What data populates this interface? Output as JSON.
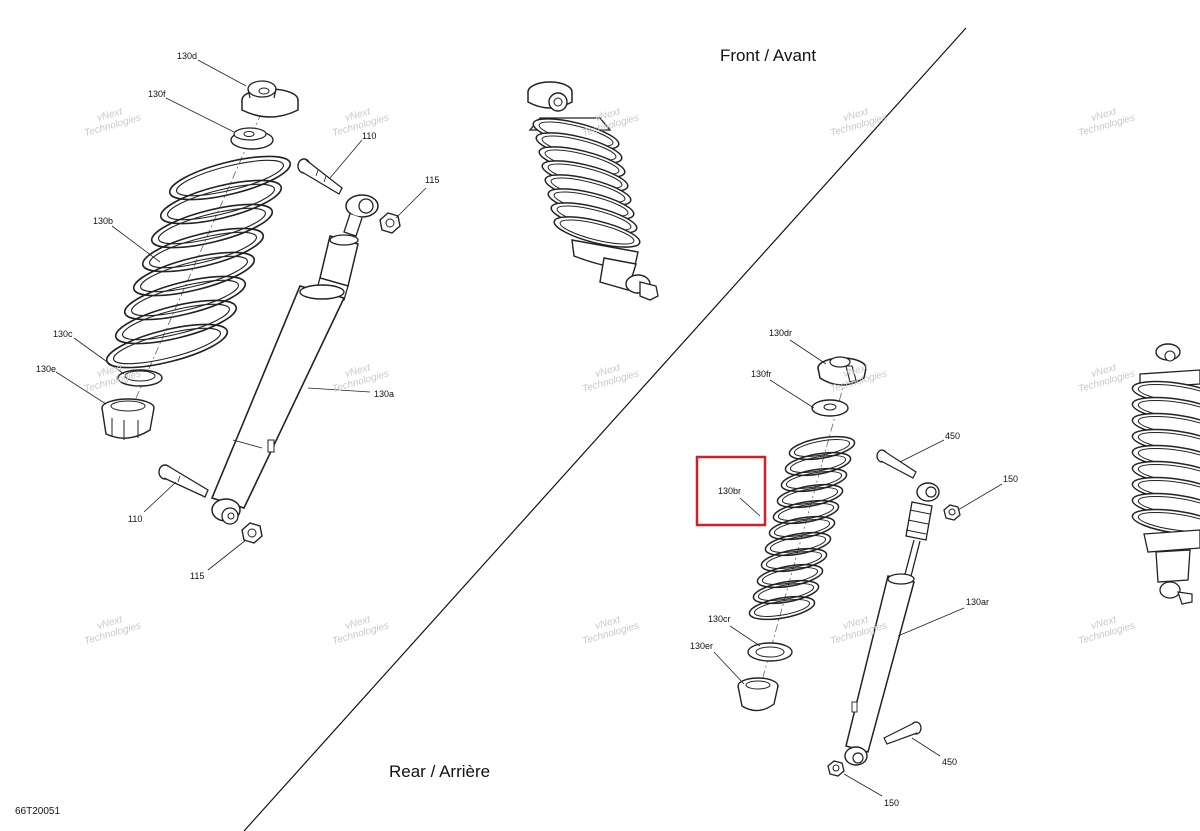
{
  "diagram": {
    "sections": {
      "front": "Front / Avant",
      "rear": "Rear / Arrière"
    },
    "reference_code": "66T20051",
    "highlight_color": "#d0202a",
    "watermark": {
      "brand": "vNext",
      "sub": "Technologies"
    },
    "callouts": {
      "c130d": "130d",
      "c130f": "130f",
      "c110_top": "110",
      "c115_top": "115",
      "c130b": "130b",
      "c130c": "130c",
      "c130e": "130e",
      "c130a": "130a",
      "c110_bottom": "110",
      "c115_bottom": "115",
      "c130dr": "130dr",
      "c130fr": "130fr",
      "c450_top": "450",
      "c150_top": "150",
      "c130br": "130br",
      "c130ar": "130ar",
      "c130cr": "130cr",
      "c130er": "130er",
      "c450_bottom": "450",
      "c150_bottom": "150"
    }
  }
}
